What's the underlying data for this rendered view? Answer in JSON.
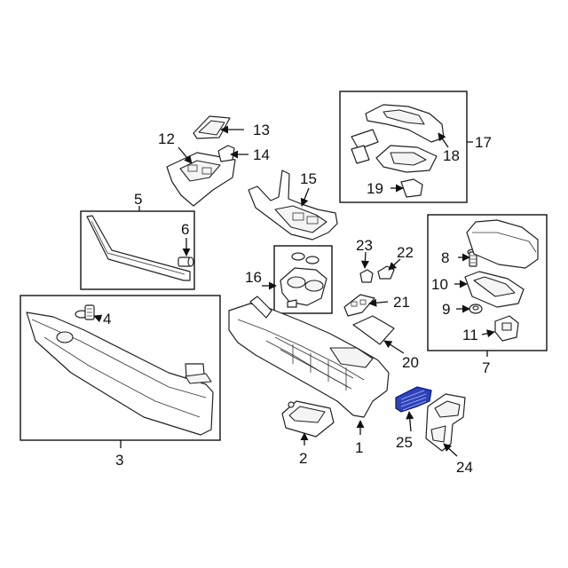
{
  "callouts": {
    "c1": "1",
    "c2": "2",
    "c3": "3",
    "c4": "4",
    "c5": "5",
    "c6": "6",
    "c7": "7",
    "c8": "8",
    "c9": "9",
    "c10": "10",
    "c11": "11",
    "c12": "12",
    "c13": "13",
    "c14": "14",
    "c15": "15",
    "c16": "16",
    "c17": "17",
    "c18": "18",
    "c19": "19",
    "c20": "20",
    "c21": "21",
    "c22": "22",
    "c23": "23",
    "c24": "24",
    "c25": "25"
  },
  "highlight_color": "#2f43b8",
  "highlighted_part": "25"
}
